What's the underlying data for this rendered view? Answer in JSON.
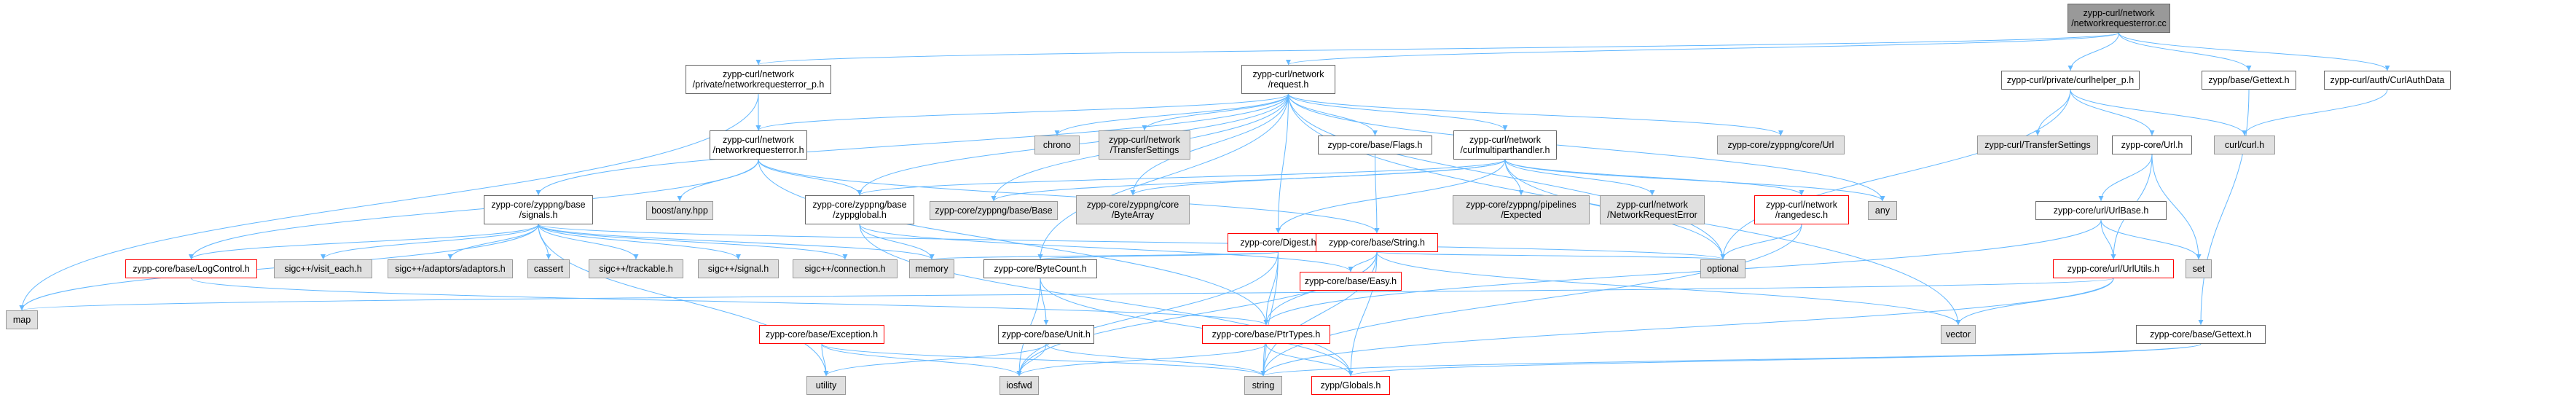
{
  "colors": {
    "edge": "#63b8ff",
    "node_border": "#666666",
    "missing_border": "#ff0000",
    "system_fill": "#e0e0e0",
    "root_fill": "#999999"
  },
  "nodes": {
    "n_root": "zypp-curl/network\n/networkrequesterror.cc",
    "n_nre_p": "zypp-curl/network\n/private/networkrequesterror_p.h",
    "n_request": "zypp-curl/network\n/request.h",
    "n_curlhelper_p": "zypp-curl/private/curlhelper_p.h",
    "n_gettext_top": "zypp/base/Gettext.h",
    "n_curlauth": "zypp-curl/auth/CurlAuthData",
    "n_nre": "zypp-curl/network\n/networkrequesterror.h",
    "n_chrono": "chrono",
    "n_transfersettings_net": "zypp-curl/network\n/TransferSettings",
    "n_flags": "zypp-core/base/Flags.h",
    "n_multipart": "zypp-curl/network\n/curlmultiparthandler.h",
    "n_coreurl": "zypp-core/zyppng/core/Url",
    "n_transfersettings": "zypp-curl/TransferSettings",
    "n_url": "zypp-core/Url.h",
    "n_curl": "curl/curl.h",
    "n_signals": "zypp-core/zyppng/base\n/signals.h",
    "n_boostany": "boost/any.hpp",
    "n_zyppglobal": "zypp-core/zyppng/base\n/zyppglobal.h",
    "n_zbase": "zypp-core/zyppng/base/Base",
    "n_bytearray": "zypp-core/zyppng/core\n/ByteArray",
    "n_digest": "zypp-core/Digest.h",
    "n_string": "zypp-core/base/String.h",
    "n_expected": "zypp-core/zyppng/pipelines\n/Expected",
    "n_nreerr": "zypp-curl/network\n/NetworkRequestError",
    "n_rangedesc": "zypp-curl/network\n/rangedesc.h",
    "n_any": "any",
    "n_urlbase": "zypp-core/url/UrlBase.h",
    "n_logcontrol": "zypp-core/base/LogControl.h",
    "n_visit": "sigc++/visit_each.h",
    "n_adaptors": "sigc++/adaptors/adaptors.h",
    "n_cassert": "cassert",
    "n_trackable": "sigc++/trackable.h",
    "n_sigcsignal": "sigc++/signal.h",
    "n_connection": "sigc++/connection.h",
    "n_memory": "memory",
    "n_bytecount": "zypp-core/ByteCount.h",
    "n_easy": "zypp-core/base/Easy.h",
    "n_optional": "optional",
    "n_set": "set",
    "n_urlutils": "zypp-core/url/UrlUtils.h",
    "n_map": "map",
    "n_exception": "zypp-core/base/Exception.h",
    "n_unit": "zypp-core/base/Unit.h",
    "n_ptrtypes": "zypp-core/base/PtrTypes.h",
    "n_vector": "vector",
    "n_gettext_bot": "zypp-core/base/Gettext.h",
    "n_utility": "utility",
    "n_iosfwd": "iosfwd",
    "n_stdstring": "string",
    "n_globals": "zypp/Globals.h"
  }
}
